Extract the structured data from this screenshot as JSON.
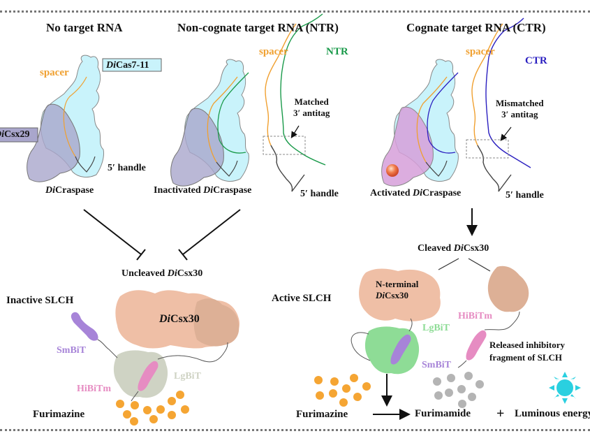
{
  "panels": {
    "no_target": {
      "title": "No target RNA",
      "spacer_label": "spacer",
      "cas_label_italic": "Di",
      "cas_label_rest": "Cas7-11",
      "csx29_label_italic": "Di",
      "csx29_label_rest": "Csx29",
      "handle_label": "5′ handle",
      "complex_label_italic": "Di",
      "complex_label_rest": "Craspase"
    },
    "ntr": {
      "title": "Non-cognate target RNA (NTR)",
      "spacer_label": "spacer",
      "rna_label": "NTR",
      "antitag_line1": "Matched",
      "antitag_line2": "3′ antitag",
      "handle_label": "5′ handle",
      "complex_label_prefix": "Inactivated ",
      "complex_label_italic": "Di",
      "complex_label_rest": "Craspase"
    },
    "ctr": {
      "title": "Cognate target RNA (CTR)",
      "spacer_label": "spacer",
      "rna_label": "CTR",
      "antitag_line1": "Mismatched",
      "antitag_line2": "3′ antitag",
      "handle_label": "5′ handle",
      "complex_label_prefix": "Activated ",
      "complex_label_italic": "Di",
      "complex_label_rest": "Craspase"
    }
  },
  "outcomes": {
    "uncleaved_prefix": "Uncleaved ",
    "uncleaved_italic": "Di",
    "uncleaved_rest": "Csx30",
    "cleaved_prefix": "Cleaved ",
    "cleaved_italic": "Di",
    "cleaved_rest": "Csx30"
  },
  "inactive_slch": {
    "title": "Inactive SLCH",
    "csx30_italic": "Di",
    "csx30_rest": "Csx30",
    "smbit": "SmBiT",
    "lgbit": "LgBiT",
    "hibitm": "HiBiTm",
    "substrate": "Furimazine"
  },
  "active_slch": {
    "title": "Active SLCH",
    "nterm_line1": "N-terminal",
    "nterm_italic": "Di",
    "nterm_rest": "Csx30",
    "hibitm": "HiBiTm",
    "lgbit": "LgBiT",
    "smbit": "SmBiT",
    "released_line1": "Released inhibitory",
    "released_line2": "fragment of SLCH",
    "substrate": "Furimazine",
    "product": "Furimamide",
    "plus": "+",
    "light": "Luminous energy"
  },
  "colors": {
    "cas711": "#c9f3fb",
    "csx29": "#a9a6cc",
    "csx29_active": "#d69fd9",
    "spacer": "#f0a030",
    "ntr": "#1a9a4a",
    "ctr": "#2a1fc0",
    "handle": "#444444",
    "csx30": "#efbfa6",
    "csx30_cterm": "#ddb096",
    "smbit": "#a784d8",
    "hibitm": "#e68cc2",
    "lgbit_inactive": "#cfd3c4",
    "lgbit_active": "#8edc96",
    "furimazine": "#f5a533",
    "furimamide": "#b4b4b4",
    "light": "#2ad0e0"
  },
  "icons": [
    "inhibition-arrow",
    "activation-arrow",
    "reaction-arrow",
    "sun-light-icon",
    "active-site-sphere"
  ]
}
